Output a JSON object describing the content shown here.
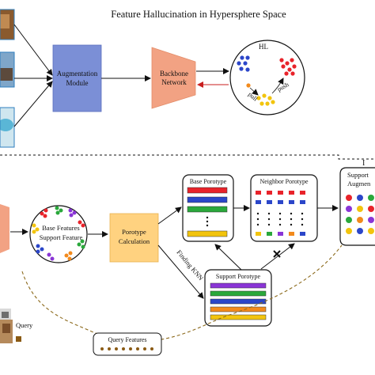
{
  "top": {
    "title": "Feature Hallucination in Hypersphere Space",
    "augmentation_line1": "Augmentation",
    "augmentation_line2": "Module",
    "backbone_line1": "Backbone",
    "backbone_line2": "Network",
    "sphere_label": "HL",
    "pull_label": "pull",
    "push_label": "push"
  },
  "bottom": {
    "features_line1": "Base Features",
    "features_line2": "Support Feature",
    "prototype_calc_line1": "Porotype",
    "prototype_calc_line2": "Calculation",
    "finding_knn": "Finding KNN",
    "base_prototype": "Base Porotype",
    "neighbor_prototype": "Neighbor Porotype",
    "support_aug_line1": "Support",
    "support_aug_line2": "Augmen",
    "support_prototype": "Support Porotype",
    "query_label": "Query",
    "query_features": "Query  Features",
    "partial_label": "I"
  },
  "colors": {
    "augmentation": "#7b8fd6",
    "backbone": "#f2a283",
    "prototype_calc": "#ffd280",
    "red": "#e8232a",
    "blue": "#2b46c9",
    "green": "#2aa83b",
    "yellow": "#f2c40d",
    "orange": "#f28a1c",
    "purple": "#8a35d6"
  }
}
